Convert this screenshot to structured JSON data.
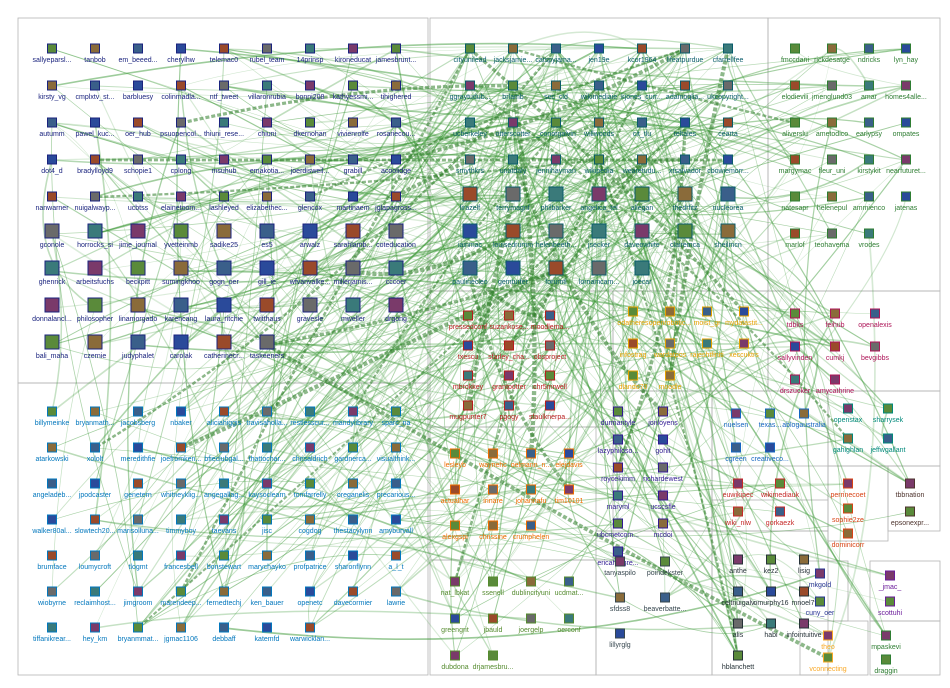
{
  "graph": {
    "colors": {
      "edge": "#3f9a3a",
      "group_border": "#b5b5b5",
      "background": "#ffffff"
    },
    "groups": [
      {
        "id": "g1",
        "color": "#1a237e",
        "nodes": [
          "sallyeparsl...",
          "tanbob",
          "em_beeed...",
          "cherylhw",
          "telemac0",
          "rubel_team",
          "14prinsp",
          "kironeducat",
          "jamesbrunt...",
          "kirsty_vg",
          "cmplxtv_st...",
          "barbluesy",
          "colinmadla...",
          "ntf_tweet",
          "villaronrubia",
          "bonni208",
          "kathyessmi...",
          "tihighered",
          "autumm",
          "pawel_kuc...",
          "oer_hub",
          "psuopencol...",
          "thiuni_rese...",
          "chiuni",
          "dkernohan",
          "vivienrolfe",
          "rosariecou...",
          "dot4_d",
          "bradylloyd9",
          "schopie1",
          "cplong",
          "msuhub",
          "emakotia...",
          "joerdisweil...",
          "grabill",
          "acoolidge",
          "nanwarner",
          "nuigalwayp...",
          "ucbtss",
          "elainetoom...",
          "lashleyed",
          "elizabethec...",
          "glencox",
          "martinaem",
          "jglapagross...",
          "gconole",
          "horrocks_si",
          "jime_journal",
          "yvetteinmb",
          "sadike25",
          "es5",
          "arwalz",
          "sarahlamb...",
          "coteducation",
          "ghenrick",
          "arbeitsfuchs",
          "beckpitt",
          "sumingkhoo",
          "gogn_oer",
          "gill_ie",
          "wfvanvalke...",
          "millerjamis...",
          "cccoer",
          "donnalancl...",
          "philosopher",
          "linamorgado",
          "karencang",
          "laura_ritchie",
          "twitthaus",
          "gravesle",
          "mweller",
          "drgong",
          "bali_maha",
          "czernie",
          "judyphalet",
          "carolak",
          "catherinecr...",
          "taskeeners"
        ]
      },
      {
        "id": "g2",
        "color": "#0a5c6b",
        "nodes": [
          "cityunilead",
          "jacksjamie...",
          "catspyjama...",
          "jen19e",
          "kcor1964",
          "lifeatpurdue",
          "cfarrellfee",
          "ggraytudub...",
          "brlamb",
          "sec_cld",
          "wikimediaie",
          "kjones_curr...",
          "adamoglia...",
          "ukcopyright...",
          "ucberkeley",
          "otterscotter",
          "_conorgalvin",
          "willwoods",
          "cit_tlu",
          "teltales",
          "cearta",
          "smythkrs",
          "unatdaly",
          "jennihayman",
          "wikipedia",
          "wearetudu...",
          "xtsalvador",
          "cbowiemorr...",
          "lirazelf",
          "terrymagnf",
          "philbarker",
          "angelica_tel",
          "aliegan",
          "thedrfitz",
          "nucleorea",
          "iainmac",
          "louisedrumm",
          "helenbeeth...",
          "jsecker",
          "daveowhite",
          "clairemca",
          "sheilmcn",
          "paulinecleo",
          "gemturfer",
          "forumtl",
          "lornamcam...",
          "joecar"
        ]
      },
      {
        "id": "g3",
        "color": "#2e7d32",
        "nodes": [
          "fmccdani",
          "rickdesatge",
          "ndricks",
          "lyn_hay",
          "elodieviii",
          "jmenglund03",
          "amar",
          "homes4alle...",
          "aliverslu",
          "ametodico",
          "earlypsy",
          "ompates",
          "margymac",
          "fleur_uni",
          "kirstykit",
          "nearfuturet...",
          "natesapr",
          "helenepul",
          "ammienco",
          "jatenas",
          "marlof",
          "teohavema",
          "vrodes"
        ]
      },
      {
        "id": "g4",
        "color": "#b71c1c",
        "nodes": [
          "pressedconf",
          "suzankose...",
          "moodlema...",
          "txescu",
          "sfarley_cha...",
          "obsproject",
          "mbrokkey",
          "grantpotter",
          "chr5mrwell",
          "mugpunter7",
          "pgogy",
          "sfaulknerpa..."
        ]
      },
      {
        "id": "g5",
        "color": "#e6a100",
        "nodes": [
          "odatheres",
          "openrobotic...",
          "moist_gr",
          "mydatastit...",
          "infostrag",
          "wardatpos",
          "rajeshtfiniti",
          "xeccuktrs",
          "dlando70",
          "moodle"
        ]
      },
      {
        "id": "g6",
        "color": "#ad1457",
        "nodes": [
          "tdbks",
          "feihub",
          "openalexis",
          "sallyvinden",
          "cumkj",
          "bevgibbs",
          "drszucker",
          "amycathrine"
        ]
      },
      {
        "id": "g7",
        "color": "#0277bd",
        "nodes": [
          "billymeinke",
          "bryanmath...",
          "jacobsberg",
          "nbaker",
          "aliciahiggis",
          "travisaholla...",
          "restlesscur...",
          "mandylibrary",
          "sparc_na",
          "atarkowski",
          "xololt",
          "meredithfie",
          "joefromken...",
          "bfieclubgal...",
          "thattochar...",
          "chrisaldrich",
          "gardnerca...",
          "visualthink...",
          "angeladeb...",
          "jpodcaster",
          "genetern",
          "whitneyklig...",
          "angegallag...",
          "kaysoclearn",
          "tomfarrelly",
          "oreganelis",
          "precarious...",
          "walker80al...",
          "slowtech20...",
          "marisolluna...",
          "timmyboy",
          "taevans",
          "jisc",
          "cogdog",
          "thestacylynn",
          "amyburvall",
          "brumface",
          "loumycroft",
          "tlogmt",
          "francesbell",
          "bonstewart",
          "marychayko",
          "profpatrice",
          "sharonflynn",
          "a_l_t",
          "wiobyrne",
          "reclaimhost...",
          "jimgroom",
          "marendeep...",
          "fernedtechj",
          "ken_bauer",
          "openetc",
          "davecormier",
          "lawrie",
          "tiffanikrear...",
          "hey_km",
          "bryanmmat...",
          "jgmac1106",
          "debbaff",
          "katemfd",
          "warwicklan..."
        ]
      },
      {
        "id": "g8",
        "color": "#ef6c00",
        "nodes": [
          "lesleyb",
          "waynehc",
          "oelmann_n...",
          "elejdavis",
          "actualhar",
          "irinare",
          "johannafu",
          "tim10101",
          "alexgspi",
          "chrissine",
          "crumphelen"
        ]
      },
      {
        "id": "g9",
        "color": "#311b92",
        "nodes": [
          "durmantyle",
          "jonloyens",
          "lazyphiloso...",
          "gohlt",
          "roycekimm",
          "richardewest",
          "maryml",
          "ucscsfle",
          "ubcmetcom...",
          "mcdoi",
          "ericahargre..."
        ]
      },
      {
        "id": "g10",
        "color": "#1565c0",
        "nodes": [
          "nuelsen",
          "texas...",
          "ablogaustralia",
          "cgreen",
          "creativeco..."
        ]
      },
      {
        "id": "g11",
        "color": "#00897b",
        "nodes": [
          "openstax",
          "sharrysek",
          "gahighlan",
          "jeffwgallant"
        ]
      },
      {
        "id": "g12",
        "color": "#c62828",
        "nodes": [
          "euwikipec",
          "wikimediauk",
          "wiki_nlw",
          "gorkaezk"
        ]
      },
      {
        "id": "g13",
        "color": "#d84315",
        "nodes": [
          "perrinecoet",
          "sophie2ze",
          "dominicorr"
        ]
      },
      {
        "id": "g14",
        "color": "#4e342e",
        "nodes": [
          "tbbnation",
          "epsonexpr..."
        ]
      },
      {
        "id": "g15",
        "color": "#558b2f",
        "nodes": [
          "nat_lbkat",
          "ssenell",
          "dublincityuni",
          "ucdmat...",
          "greengrit",
          "jbauld",
          "joergelp",
          "oerconf",
          "dubdona",
          "drjamesbru..."
        ]
      },
      {
        "id": "g16",
        "color": "#37474f",
        "nodes": [
          "tanyaspilo",
          "poindekster",
          "sfdss8",
          "beaverbatte...",
          "lillyrglg"
        ]
      },
      {
        "id": "g17",
        "color": "#263238",
        "nodes": [
          "anthe",
          "kez2",
          "lisig",
          "celtnuigalv",
          "omurphy16",
          "mnoel7t",
          "alis",
          "habi",
          "infointuitive",
          "hblanchett"
        ]
      },
      {
        "id": "g18",
        "color": "#283593",
        "nodes": [
          "mkgold",
          "cuny_oer"
        ]
      },
      {
        "id": "g19",
        "color": "#6a1b9a",
        "nodes": [
          "_jmac_",
          "scottuhi"
        ]
      },
      {
        "id": "g20",
        "color": "#f9a825",
        "nodes": [
          "theo",
          "vconnecting"
        ]
      },
      {
        "id": "g21",
        "color": "#2e7d32",
        "nodes": [
          "mpaskevi",
          "draggin"
        ]
      }
    ]
  }
}
